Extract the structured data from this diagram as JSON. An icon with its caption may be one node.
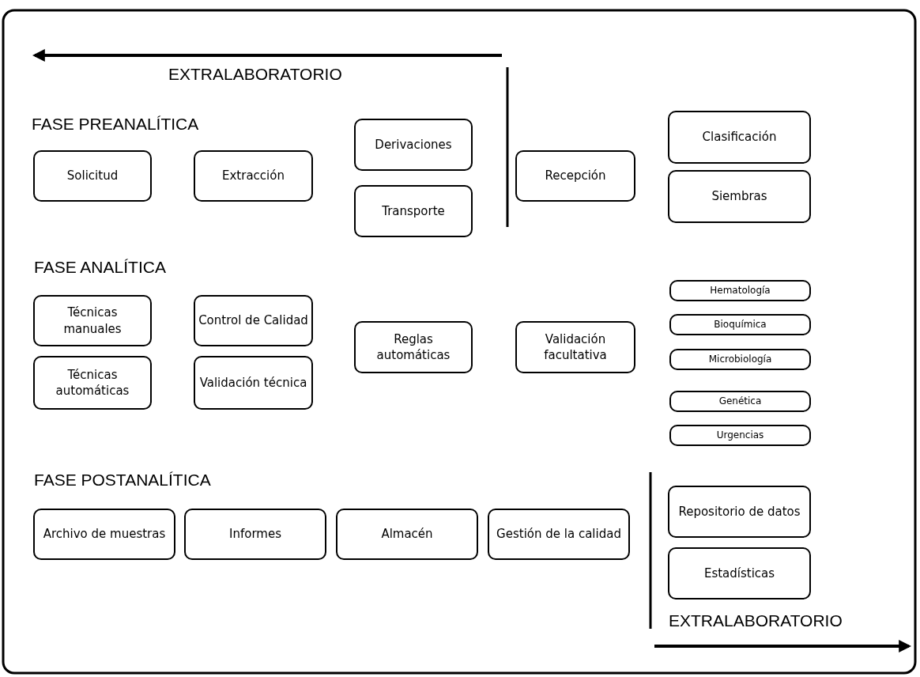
{
  "diagram": {
    "nodes": [
      {
        "text": [
          "Solicitud"
        ]
      },
      {
        "text": [
          "Extracción"
        ]
      },
      {
        "text": [
          "Derivaciones"
        ]
      },
      {
        "text": [
          "Transporte"
        ]
      },
      {
        "text": [
          "Recepción"
        ]
      },
      {
        "text": [
          "Clasificación"
        ]
      },
      {
        "text": [
          "Siembras"
        ]
      },
      {
        "text": [
          "Técnicas manuales"
        ]
      },
      {
        "text": [
          "Control de Calidad"
        ]
      },
      {
        "text": [
          "Técnicas automáticas"
        ]
      },
      {
        "text": [
          "Validación técnica"
        ]
      },
      {
        "text": [
          "Reglas automáticas"
        ]
      },
      {
        "text": [
          "Validación facultativa"
        ]
      },
      {
        "text": [
          "Hematología"
        ]
      },
      {
        "text": [
          "Bioquímica"
        ]
      },
      {
        "text": [
          "Microbiología"
        ]
      },
      {
        "text": [
          "Genética"
        ]
      },
      {
        "text": [
          "Urgencias"
        ]
      },
      {
        "text": [
          "Archivo de muestras"
        ]
      },
      {
        "text": [
          "Informes"
        ]
      },
      {
        "text": [
          "Almacén"
        ]
      },
      {
        "text": [
          "Gestión de la calidad"
        ]
      },
      {
        "text": [
          "Repositorio de datos"
        ]
      },
      {
        "text": [
          "Estadísticas"
        ]
      }
    ],
    "labels": [
      "EXTRALABORATORIO",
      "FASE PREANALÍTICA",
      "FASE ANALÍTICA",
      "FASE POSTANALÍTICA",
      "EXTRALABORATORIO"
    ]
  }
}
